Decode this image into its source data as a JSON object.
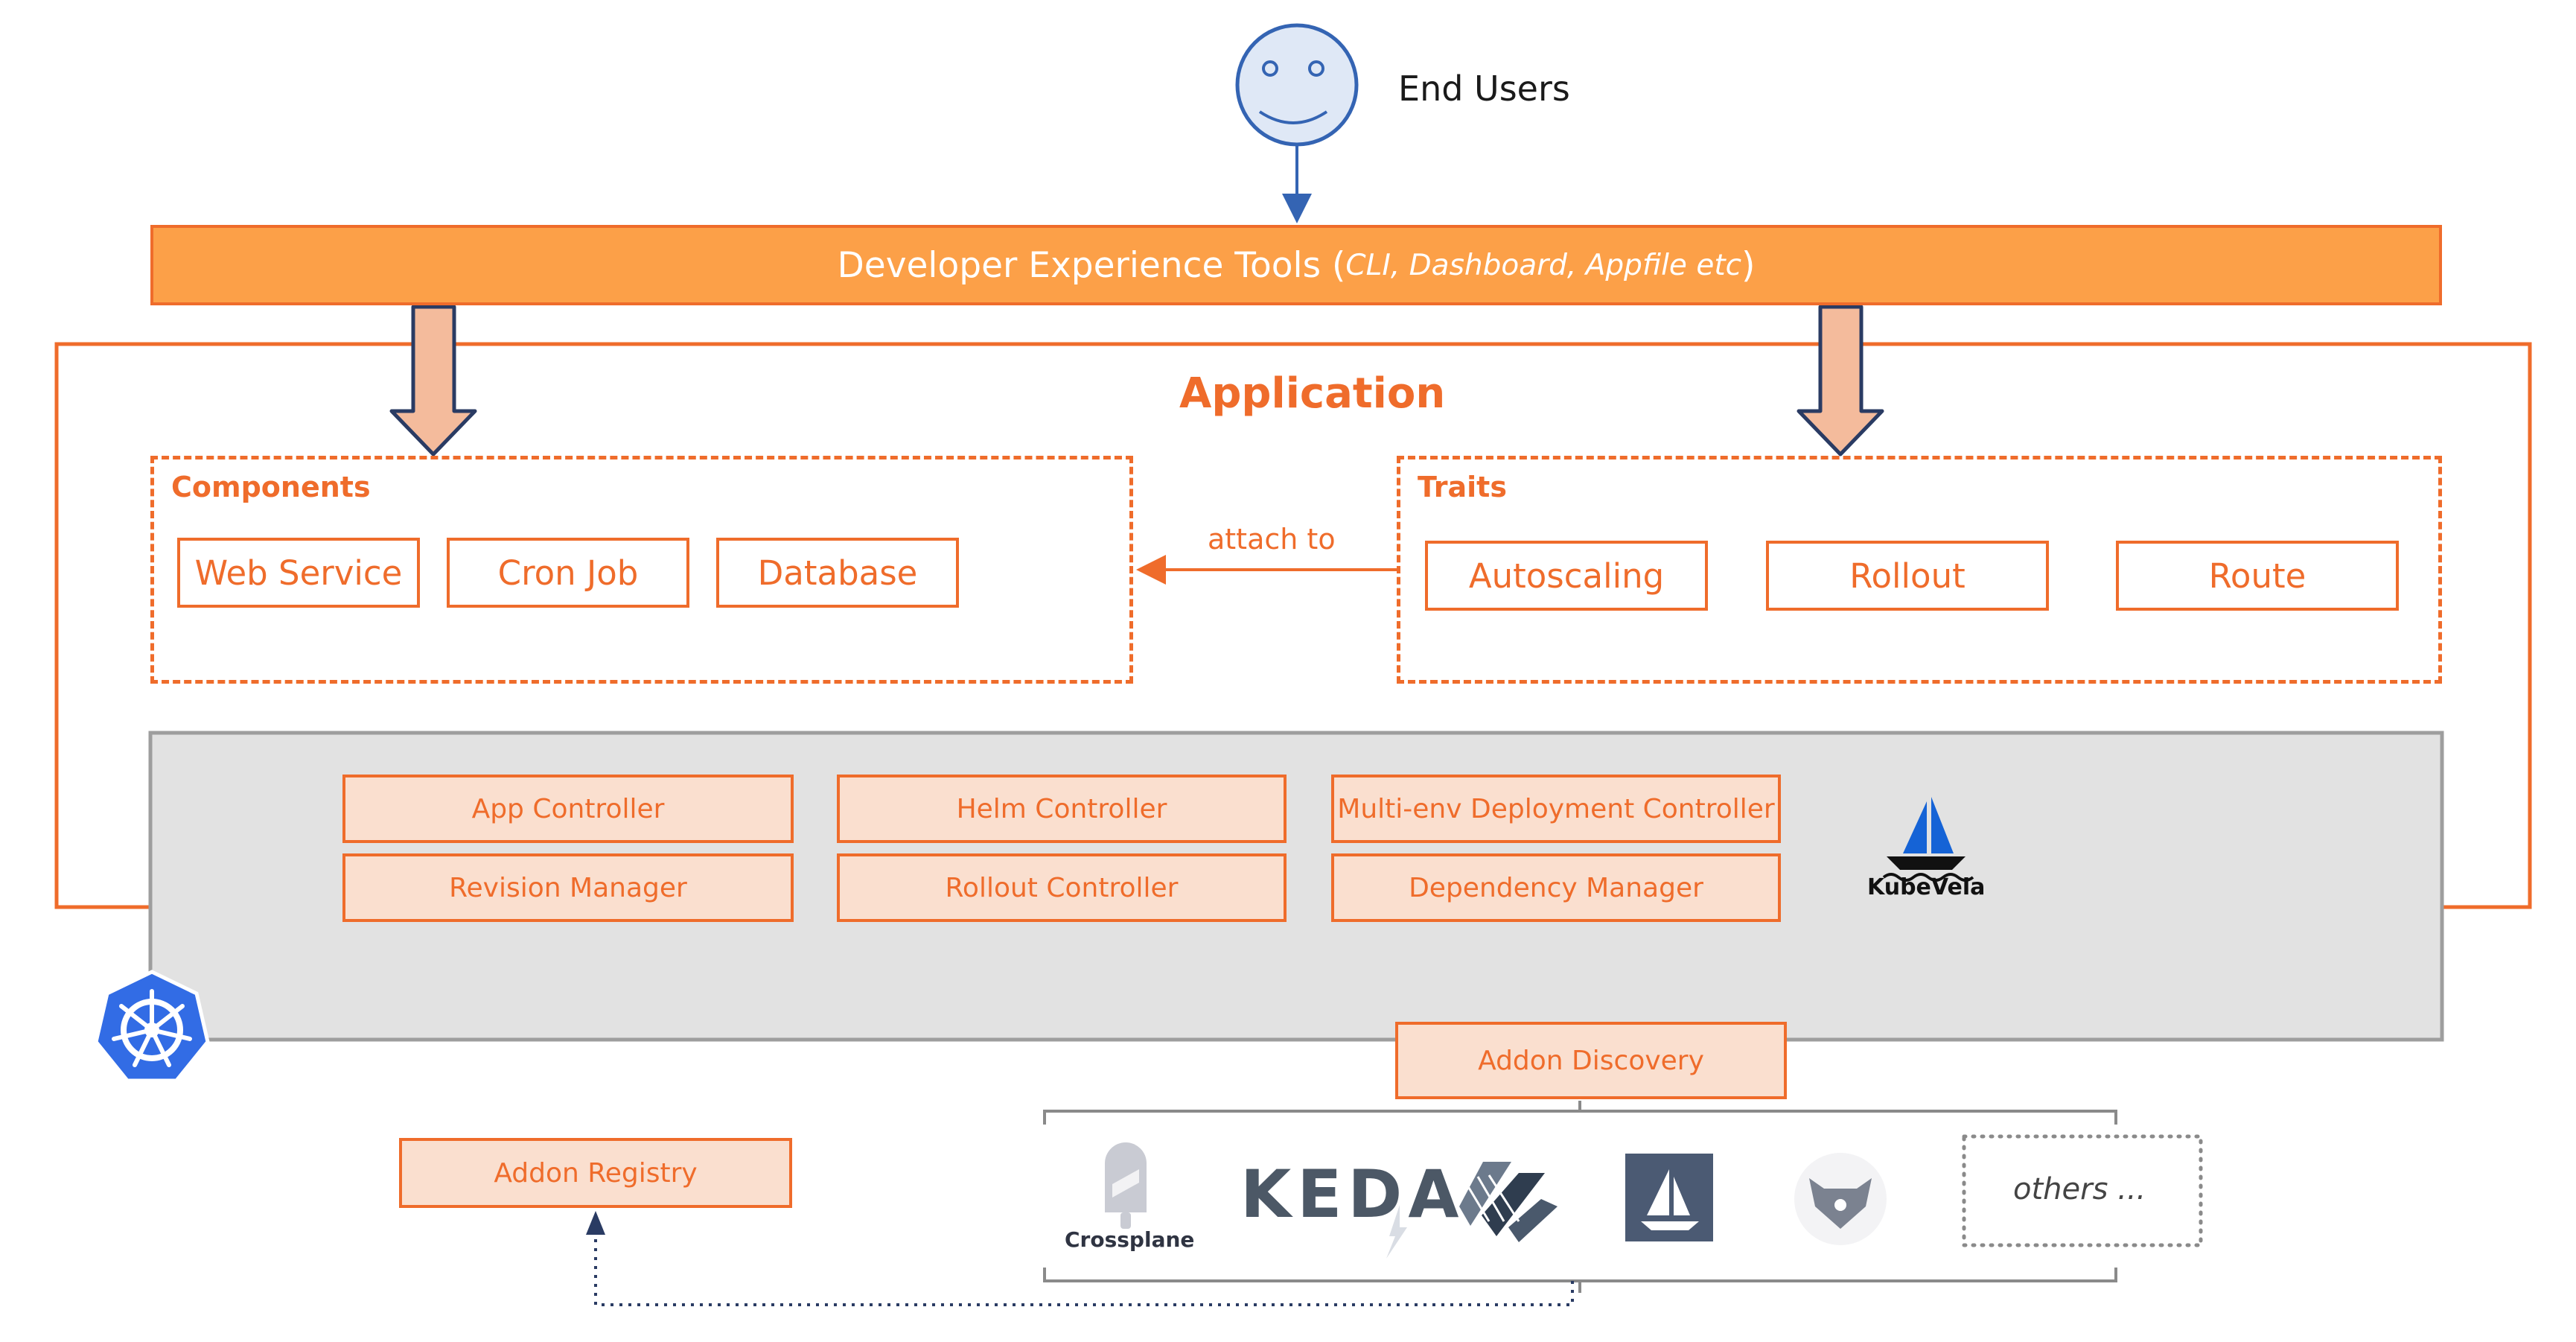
{
  "end_users": {
    "label": "End Users"
  },
  "dev_tools": {
    "label": "Developer Experience Tools",
    "paren_open": "(",
    "detail": "CLI, Dashboard, Appfile etc",
    "paren_close": ")"
  },
  "application": {
    "title": "Application",
    "components": {
      "title": "Components",
      "items": [
        "Web Service",
        "Cron Job",
        "Database"
      ]
    },
    "traits": {
      "title": "Traits",
      "items": [
        "Autoscaling",
        "Rollout",
        "Route"
      ]
    },
    "attach_label": "attach to"
  },
  "controllers": {
    "items": [
      "App Controller",
      "Helm Controller",
      "Multi-env Deployment Controller",
      "Revision Manager",
      "Rollout Controller",
      "Dependency Manager"
    ],
    "brand": "KubeVela"
  },
  "addons": {
    "discovery": "Addon Discovery",
    "registry": "Addon Registry",
    "providers": [
      "Crossplane",
      "KEDA"
    ],
    "others": "others ..."
  },
  "colors": {
    "accent": "#ef6c2b",
    "dev_bar": "#fca048",
    "pale": "#fadfcf",
    "platform": "#e2e2e2",
    "arrow_fill": "#f4bb9c",
    "navy": "#2a3b63",
    "kubernetes": "#326ce5"
  }
}
